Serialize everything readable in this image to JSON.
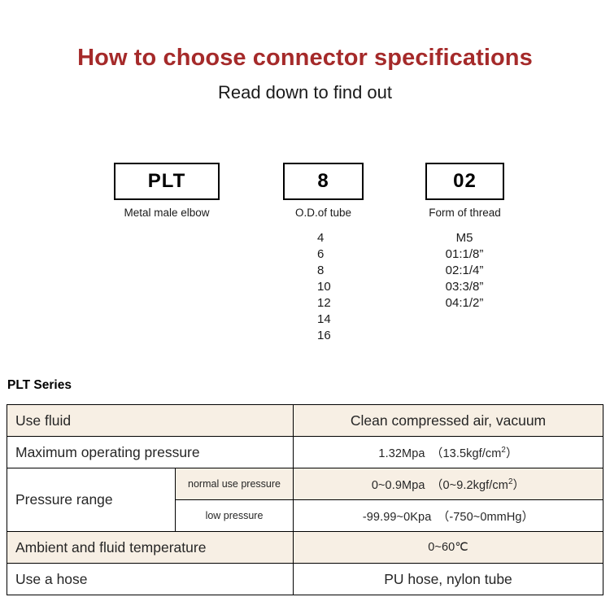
{
  "header": {
    "title": "How to choose connector specifications",
    "subtitle": "Read down to find out",
    "title_color": "#a52a2a"
  },
  "code_groups": [
    {
      "key": "series",
      "code": "PLT",
      "caption": "Metal male elbow"
    },
    {
      "key": "tube",
      "code": "8",
      "caption": "O.D.of tube"
    },
    {
      "key": "thread",
      "code": "02",
      "caption": "Form of thread"
    }
  ],
  "tube_options": [
    "4",
    "6",
    "8",
    "10",
    "12",
    "14",
    "16"
  ],
  "thread_options": [
    "M5",
    "01:1/8”",
    "02:1/4”",
    "03:3/8”",
    "04:1/2”"
  ],
  "spec": {
    "title": "PLT Series",
    "row_colors": {
      "shaded": "#f7efe4",
      "plain": "#ffffff"
    },
    "rows": [
      {
        "label": "Use fluid",
        "sub": null,
        "value": "Clean compressed air, vacuum",
        "shaded": true,
        "small": false
      },
      {
        "label": "Maximum operating pressure",
        "sub": null,
        "value": "1.32Mpa　0013.5kgf/cm²）",
        "value_plain": "1.32Mpa（13.5kgf/cm2）",
        "shaded": false,
        "small": true
      },
      {
        "label": "Pressure range",
        "sub": "normal use pressure",
        "value": "0~0.9Mpa（0~9.2kgf/cm2）",
        "shaded": true,
        "small": true
      },
      {
        "label": "",
        "sub": "low pressure",
        "value": "-99.99~0Kpa（-750~0mmHg）",
        "shaded": false,
        "small": true
      },
      {
        "label": "Ambient and fluid temperature",
        "sub": null,
        "value": "0~60℃",
        "shaded": true,
        "small": true
      },
      {
        "label": "Use a hose",
        "sub": null,
        "value": "PU hose, nylon tube",
        "shaded": false,
        "small": false
      }
    ],
    "cells": {
      "use_fluid_label": "Use fluid",
      "use_fluid_value": "Clean compressed air, vacuum",
      "max_pressure_label": "Maximum operating pressure",
      "max_pressure_value_a": "1.32Mpa　（13.5kgf/cm",
      "max_pressure_value_sup": "2",
      "max_pressure_value_b": "）",
      "pressure_range_label": "Pressure range",
      "normal_use_sub": "normal use pressure",
      "normal_use_value_a": "0~0.9Mpa　（0~9.2kgf/cm",
      "normal_use_value_sup": "2",
      "normal_use_value_b": "）",
      "low_pressure_sub": "low pressure",
      "low_pressure_value": "-99.99~0Kpa　（-750~0mmHg）",
      "temperature_label": "Ambient and fluid temperature",
      "temperature_value": "0~60℃",
      "hose_label": "Use a hose",
      "hose_value": "PU hose, nylon tube"
    }
  }
}
